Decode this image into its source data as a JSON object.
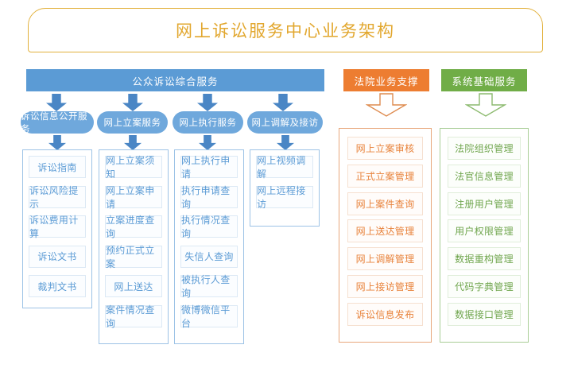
{
  "title": "网上诉讼服务中心业务架构",
  "colors": {
    "title": "#E2A72E",
    "blue": "#5B9BD5",
    "orange": "#ED7D31",
    "green": "#70AD47"
  },
  "headers": [
    {
      "id": "public",
      "label": "公众诉讼综合服务"
    },
    {
      "id": "court",
      "label": "法院业务支撑"
    },
    {
      "id": "system",
      "label": "系统基础服务"
    }
  ],
  "groups": [
    {
      "id": "info",
      "label": "诉讼信息公开服务"
    },
    {
      "id": "filing",
      "label": "网上立案服务"
    },
    {
      "id": "execution",
      "label": "网上执行服务"
    },
    {
      "id": "mediation",
      "label": "网上调解及接访"
    }
  ],
  "columns": [
    {
      "id": "info",
      "theme": "blue",
      "items": [
        "诉讼指南",
        "诉讼风险提示",
        "诉讼费用计算",
        "诉讼文书",
        "裁判文书"
      ]
    },
    {
      "id": "filing",
      "theme": "blue",
      "items": [
        "网上立案须知",
        "网上立案申请",
        "立案进度查询",
        "预约正式立案",
        "网上送达",
        "案件情况查询"
      ]
    },
    {
      "id": "execution",
      "theme": "blue",
      "items": [
        "网上执行申请",
        "执行申请查询",
        "执行情况查询",
        "失信人查询",
        "被执行人查询",
        "微博微信平台"
      ]
    },
    {
      "id": "mediation",
      "theme": "blue",
      "items": [
        "网上视频调解",
        "网上远程接访"
      ]
    },
    {
      "id": "court",
      "theme": "orange",
      "items": [
        "网上立案审核",
        "正式立案管理",
        "网上案件查询",
        "网上送达管理",
        "网上调解管理",
        "网上接访管理",
        "诉讼信息发布"
      ]
    },
    {
      "id": "system",
      "theme": "green",
      "items": [
        "法院组织管理",
        "法官信息管理",
        "注册用户管理",
        "用户权限管理",
        "数据重构管理",
        "代码字典管理",
        "数据接口管理"
      ]
    }
  ]
}
